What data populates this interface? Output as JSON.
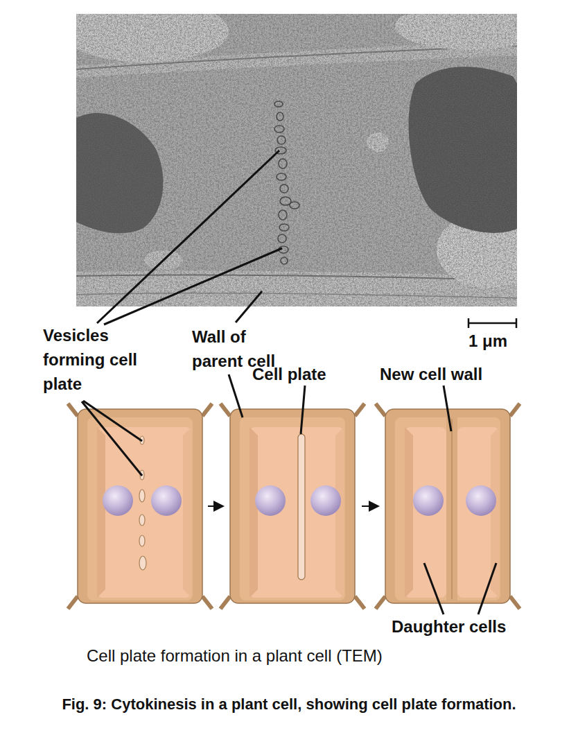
{
  "diagram": {
    "caption": "Fig. 9: Cytokinesis in a plant cell, showing cell plate formation.",
    "labels": [
      "Vesicles forming cell plate",
      "Wall of parent cell",
      "1 μm",
      "Cell plate",
      "New cell wall",
      "Daughter cells",
      "Cell plate formation in a plant cell (TEM)"
    ]
  }
}
